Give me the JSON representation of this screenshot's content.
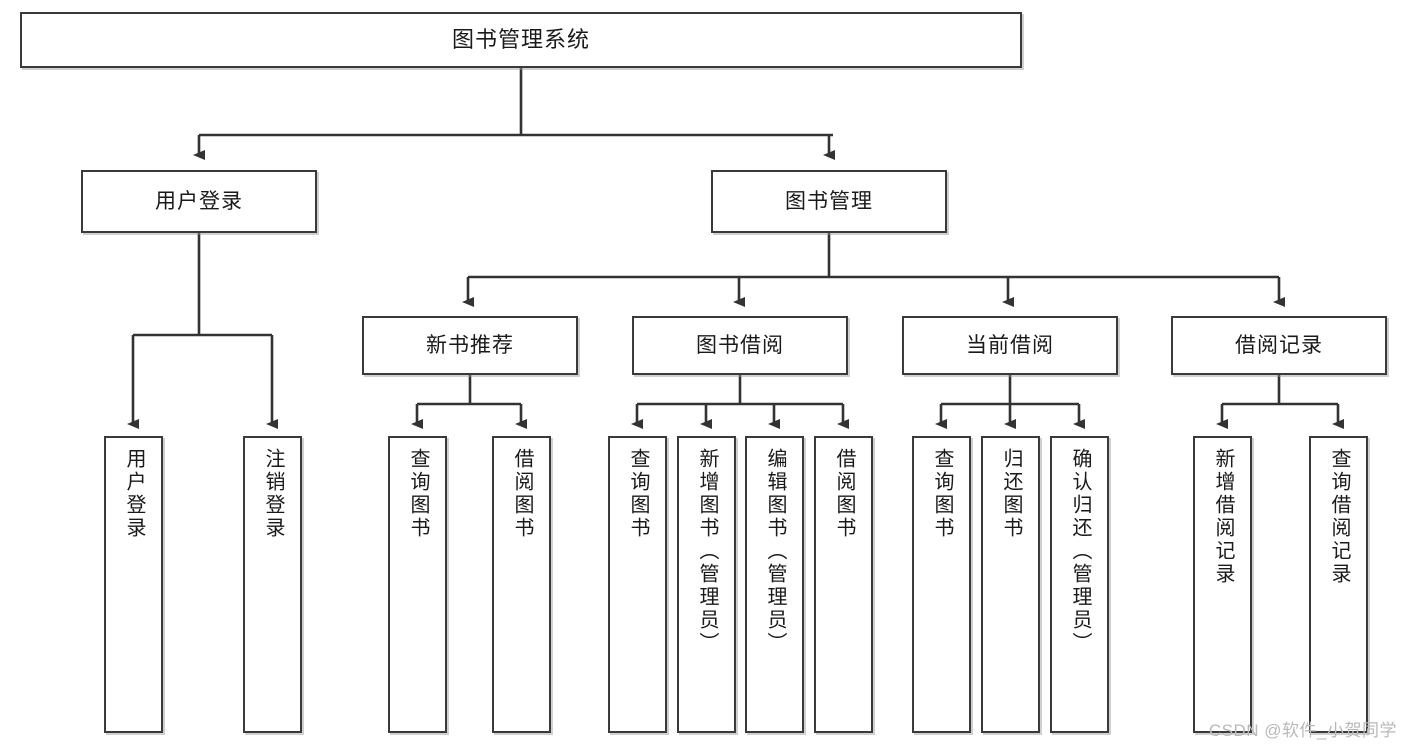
{
  "diagram": {
    "title": "图书管理系统",
    "type": "functional-structure-tree",
    "colors": {
      "box_border": "#3a3a3a",
      "box_fill": "#ffffff",
      "line": "#333333",
      "text": "#1a1a1a",
      "watermark": "#b9b9b9"
    },
    "root": {
      "id": "root",
      "label": "图书管理系统"
    },
    "level2": [
      {
        "id": "login",
        "label": "用户登录"
      },
      {
        "id": "bookmgr",
        "label": "图书管理"
      }
    ],
    "level3": [
      {
        "id": "newbook",
        "label": "新书推荐",
        "parent": "bookmgr"
      },
      {
        "id": "borrow",
        "label": "图书借阅",
        "parent": "bookmgr"
      },
      {
        "id": "current",
        "label": "当前借阅",
        "parent": "bookmgr"
      },
      {
        "id": "records",
        "label": "借阅记录",
        "parent": "bookmgr"
      }
    ],
    "leaves": [
      {
        "id": "leaf-login-1",
        "label": "用户登录",
        "parent": "login"
      },
      {
        "id": "leaf-login-2",
        "label": "注销登录",
        "parent": "login"
      },
      {
        "id": "leaf-new-1",
        "label": "查询图书",
        "parent": "newbook"
      },
      {
        "id": "leaf-new-2",
        "label": "借阅图书",
        "parent": "newbook"
      },
      {
        "id": "leaf-borrow-1",
        "label": "查询图书",
        "parent": "borrow"
      },
      {
        "id": "leaf-borrow-2",
        "label": "新增图书（管理员）",
        "parent": "borrow"
      },
      {
        "id": "leaf-borrow-3",
        "label": "编辑图书（管理员）",
        "parent": "borrow"
      },
      {
        "id": "leaf-borrow-4",
        "label": "借阅图书",
        "parent": "borrow"
      },
      {
        "id": "leaf-cur-1",
        "label": "查询图书",
        "parent": "current"
      },
      {
        "id": "leaf-cur-2",
        "label": "归还图书",
        "parent": "current"
      },
      {
        "id": "leaf-cur-3",
        "label": "确认归还（管理员）",
        "parent": "current"
      },
      {
        "id": "leaf-rec-1",
        "label": "新增借阅记录",
        "parent": "records"
      },
      {
        "id": "leaf-rec-2",
        "label": "查询借阅记录",
        "parent": "records"
      }
    ],
    "watermark": "CSDN @软件_小贺同学"
  }
}
